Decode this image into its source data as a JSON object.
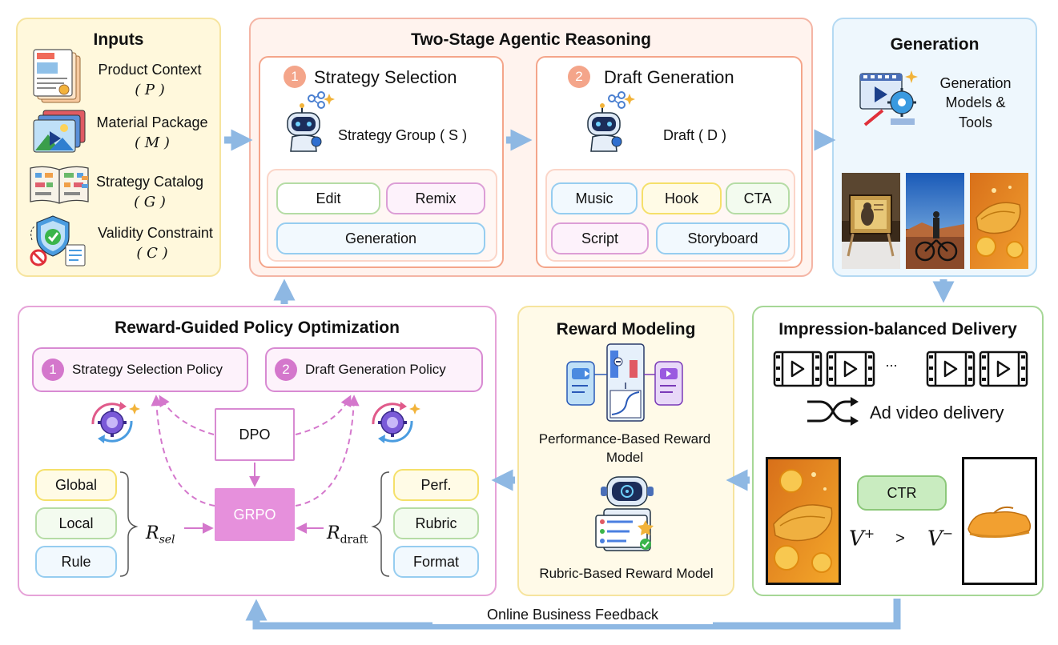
{
  "inputs": {
    "title": "Inputs",
    "items": [
      {
        "label": "Product Context",
        "symbol": "( P )",
        "icon": "document-stack-icon"
      },
      {
        "label": "Material Package",
        "symbol": "( M )",
        "icon": "image-video-icon"
      },
      {
        "label": "Strategy Catalog",
        "symbol": "( G )",
        "icon": "catalog-book-icon"
      },
      {
        "label": "Validity Constraint",
        "symbol": "( C )",
        "icon": "shield-check-icon"
      }
    ]
  },
  "reasoning": {
    "title": "Two-Stage Agentic Reasoning",
    "stage1": {
      "number": "1",
      "title": "Strategy Selection",
      "output": "Strategy Group ( S )",
      "chips": [
        "Edit",
        "Remix",
        "Generation"
      ]
    },
    "stage2": {
      "number": "2",
      "title": "Draft Generation",
      "output": "Draft ( D )",
      "chips": [
        "Music",
        "Hook",
        "CTA",
        "Script",
        "Storyboard"
      ]
    }
  },
  "generation": {
    "title": "Generation",
    "tools_label": "Generation Models & Tools"
  },
  "policy": {
    "title": "Reward-Guided Policy Optimization",
    "policy1": {
      "number": "1",
      "label": "Strategy Selection Policy"
    },
    "policy2": {
      "number": "2",
      "label": "Draft Generation Policy"
    },
    "dpo": "DPO",
    "grpo": "GRPO",
    "sel_rewards": [
      "Global",
      "Local",
      "Rule"
    ],
    "draft_rewards": [
      "Perf.",
      "Rubric",
      "Format"
    ],
    "r_sel": "R",
    "r_sel_sub": "sel",
    "r_draft": "R",
    "r_draft_sub": "draft"
  },
  "reward": {
    "title": "Reward Modeling",
    "perf_model": "Performance-Based Reward Model",
    "rubric_model": "Rubric-Based Reward Model"
  },
  "delivery": {
    "title": "Impression-balanced Delivery",
    "ellipsis": "...",
    "label": "Ad video delivery",
    "ctr": "CTR",
    "vplus": "V",
    "vplus_sup": "+",
    "gt": ">",
    "vminus": "V",
    "vminus_sup": "−"
  },
  "feedback": "Online Business Feedback",
  "colors": {
    "orange": "#f4a58a",
    "pink": "#e6a3d8",
    "cream": "#fff6d9",
    "blue_bg": "#eaf5fd",
    "arrow": "#8eb8e3",
    "green": "#a6d796",
    "magenta": "#d477cc"
  }
}
